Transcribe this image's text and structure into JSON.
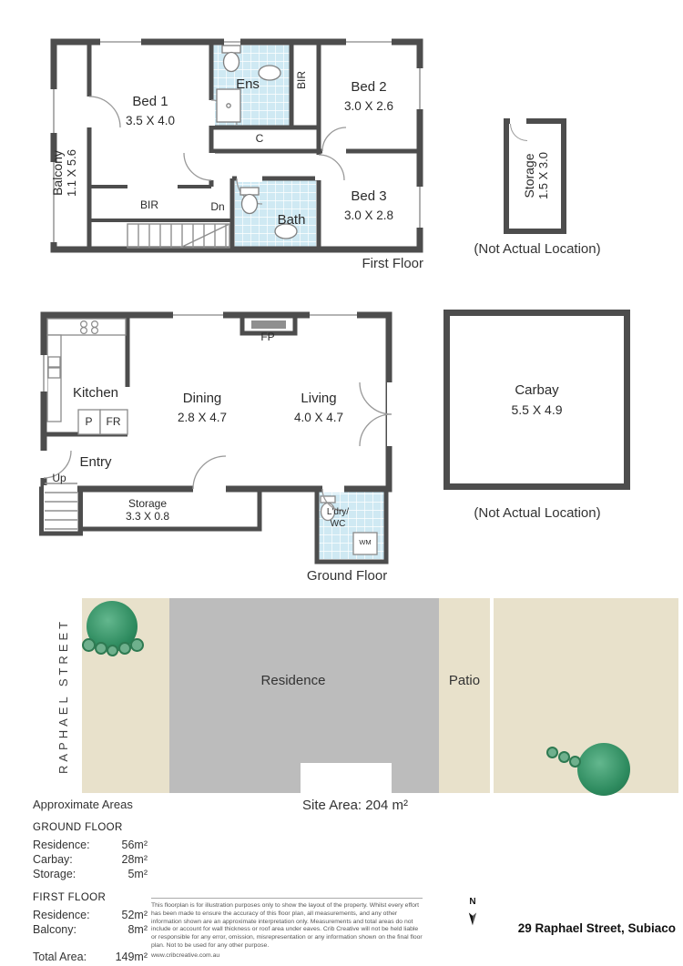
{
  "first_floor": {
    "caption": "First Floor",
    "balcony_label": "Balcony",
    "balcony_dim": "1.1 X 5.6",
    "bed1_label": "Bed 1",
    "bed1_dim": "3.5 X 4.0",
    "ens_label": "Ens",
    "bir_top_label": "BIR",
    "bed2_label": "Bed 2",
    "bed2_dim": "3.0 X 2.6",
    "closet_label": "C",
    "bir_bottom_label": "BIR",
    "stairs_label": "Dn",
    "bath_label": "Bath",
    "bed3_label": "Bed 3",
    "bed3_dim": "3.0 X 2.8",
    "storage_label": "Storage",
    "storage_dim": "1.5 X 3.0",
    "storage_note": "(Not Actual Location)"
  },
  "ground_floor": {
    "caption": "Ground Floor",
    "kitchen_label": "Kitchen",
    "pantry_label": "P",
    "fridge_label": "FR",
    "fireplace_label": "FP",
    "dining_label": "Dining",
    "dining_dim": "2.8 X 4.7",
    "living_label": "Living",
    "living_dim": "4.0 X 4.7",
    "entry_label": "Entry",
    "stairs_label": "Up",
    "storage_label": "Storage",
    "storage_dim": "3.3 X 0.8",
    "laundry_label_1": "L'dry/",
    "laundry_label_2": "WC",
    "wm_label": "WM",
    "carbay_label": "Carbay",
    "carbay_dim": "5.5 X 4.9",
    "carbay_note": "(Not Actual Location)"
  },
  "site_plan": {
    "street_label": "RAPHAEL STREET",
    "residence_label": "Residence",
    "patio_label": "Patio",
    "site_area": "Site Area: 204 m²"
  },
  "areas": {
    "title": "Approximate Areas",
    "sections": [
      {
        "heading": "GROUND FLOOR",
        "rows": [
          {
            "label": "Residence:",
            "value": "56m²"
          },
          {
            "label": "Carbay:",
            "value": "28m²"
          },
          {
            "label": "Storage:",
            "value": "5m²"
          }
        ]
      },
      {
        "heading": "FIRST FLOOR",
        "rows": [
          {
            "label": "Residence:",
            "value": "52m²"
          },
          {
            "label": "Balcony:",
            "value": "8m²"
          }
        ]
      }
    ],
    "total_label": "Total Area:",
    "total_value": "149m²"
  },
  "footer": {
    "disclaimer": "This floorplan is for illustration purposes only to show the layout of the property. Whilst every effort has been made to ensure the accuracy of this floor plan, all measurements, and any other information shown are an approximate interpretation only. Measurements and total areas do not include or account for wall thickness or roof area under eaves. Crib Creative will not be held liable or responsible for any error, omission, misrepresentation or any information shown on the final floor plan. Not to be used for any other purpose.",
    "website": "www.cribcreative.com.au",
    "north_label": "N",
    "address": "29 Raphael Street, Subiaco"
  },
  "colors": {
    "wall": "#4d4d4d",
    "tile": "#cfe9f3",
    "site_background": "#e8e1cb",
    "residence_fill": "#bcbcbc",
    "tree_green": "#2e8b5f"
  }
}
